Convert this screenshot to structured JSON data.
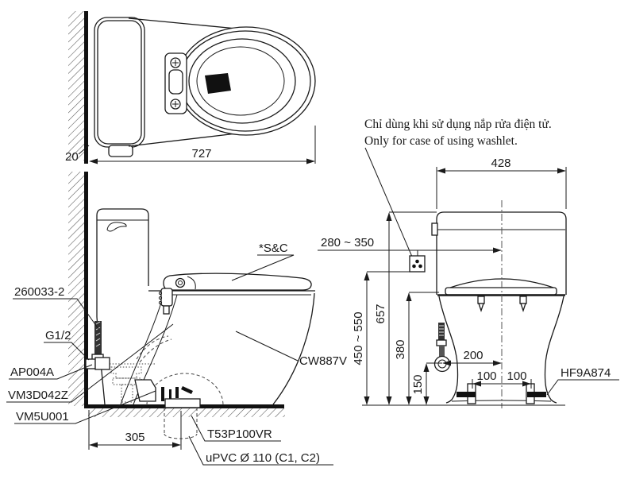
{
  "note": {
    "line1_vi": "Chỉ dùng khi sử dụng nắp rửa điện tử.",
    "line2_en": "Only for case of using washlet."
  },
  "top_view": {
    "dim_wall_gap": "20",
    "dim_total_length": "727"
  },
  "side_view": {
    "labels": {
      "flex_hose": "260033-2",
      "thread_size": "G1/2",
      "stop_valve": "AP004A",
      "fill_valve": "VM3D042Z",
      "outlet_seal": "VM5U001",
      "seat_washlet": "*S&C",
      "bowl_model": "CW887V",
      "drain_socket": "T53P100VR",
      "drain_pipe": "uPVC Ø 110 (C1, C2)"
    },
    "dims": {
      "rough_in": "305"
    }
  },
  "front_view": {
    "labels": {
      "bolt_cap": "HF9A874"
    },
    "dims": {
      "tank_width": "428",
      "outlet_offset": "280 ~ 350",
      "outlet_height": "450 ~ 550",
      "tank_height": "657",
      "rim_height": "380",
      "supply_height": "150",
      "supply_offset": "200",
      "bolt_left": "100",
      "bolt_right": "100"
    },
    "icons": {
      "outlet_box": "power-outlet-icon"
    }
  },
  "colors": {
    "line": "#1a1a1a",
    "background": "#ffffff"
  }
}
